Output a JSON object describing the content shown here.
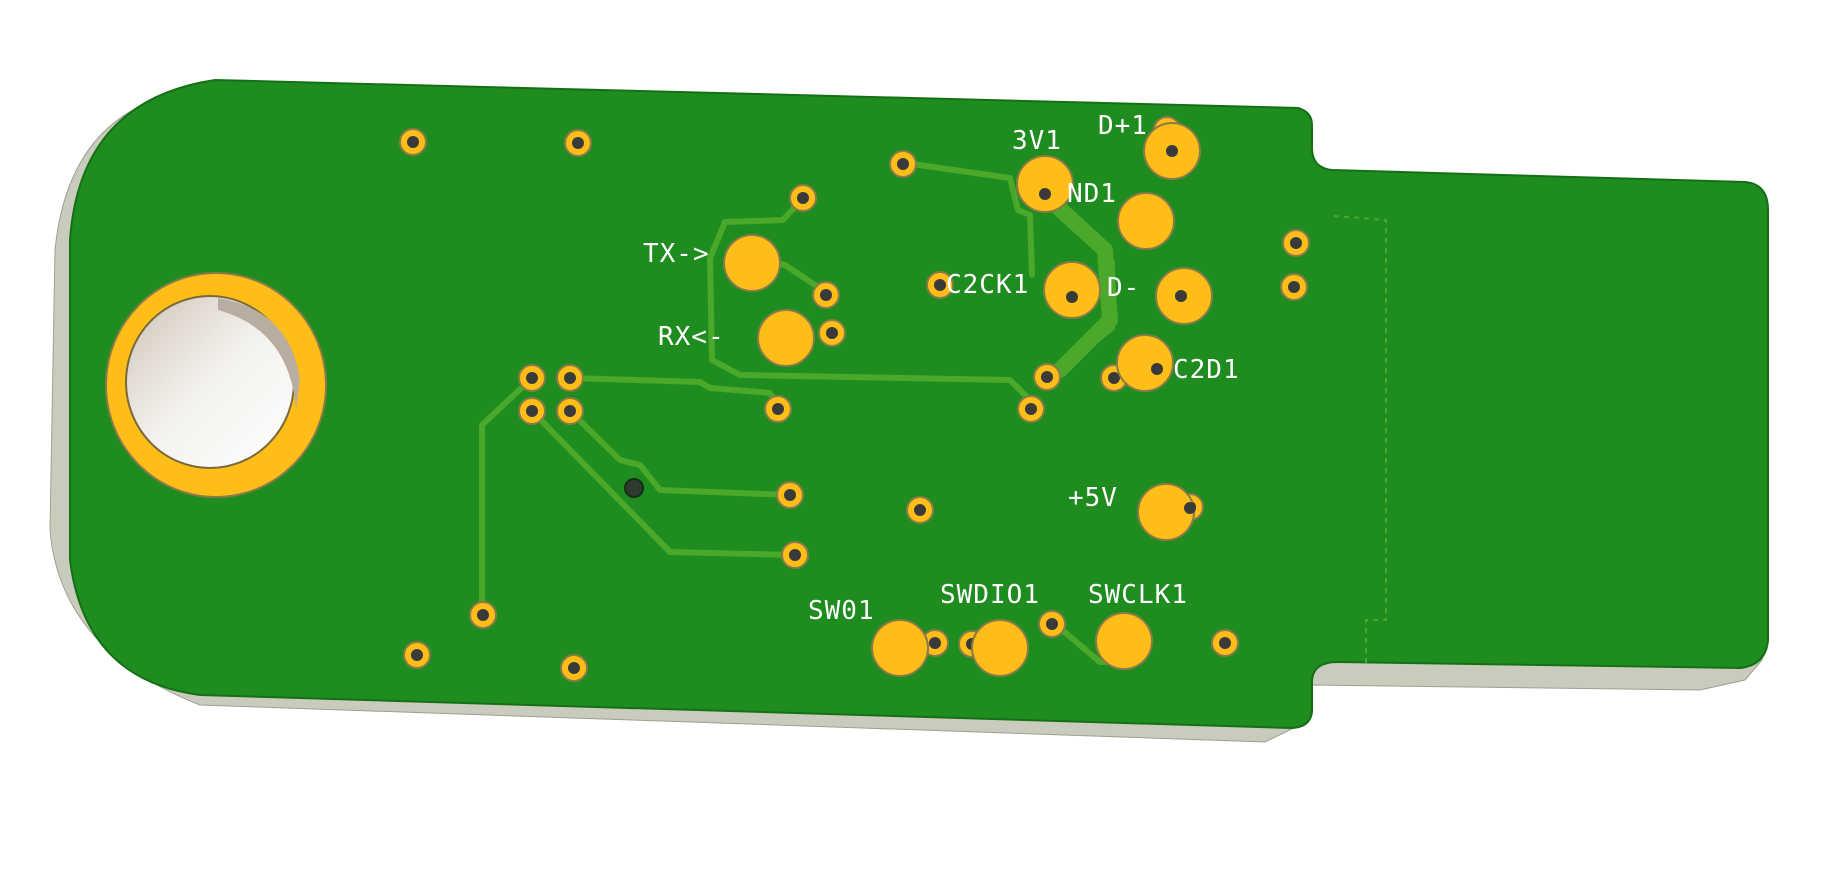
{
  "board": {
    "colors": {
      "soldermask": "#1f8c1f",
      "soldermask_edge": "#1a7a1a",
      "substrate_edge": "#c9cbbd",
      "copper_pad": "#ffbe17",
      "pad_rim": "#8a7a4a",
      "drill": "#3a3a3a",
      "trace": "#4aa82a",
      "silkscreen": "#ffffff",
      "hole_inner": "#f2f0ec"
    }
  },
  "labels": {
    "tx": "TX->",
    "rx": "RX<-",
    "v3": "3V1",
    "dplus": "D+1",
    "gnd": "ND1",
    "c2ck": "C2CK1",
    "dminus": "D-",
    "c2d": "C2D1",
    "v5": "+5V",
    "sw": "SW01",
    "swdio": "SWDIO1",
    "swclk": "SWCLK1"
  }
}
